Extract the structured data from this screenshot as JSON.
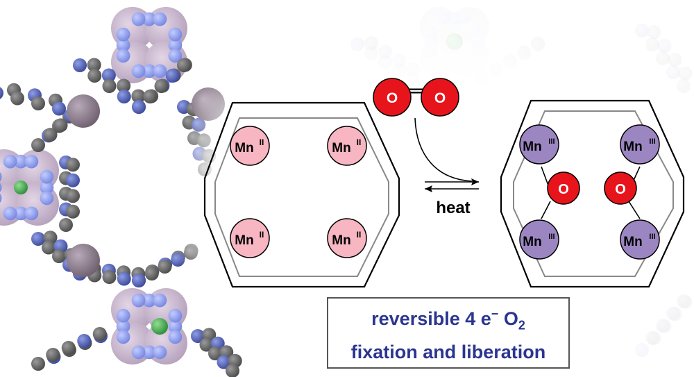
{
  "left_complex": {
    "metal_symbol": "Mn",
    "oxidation_state": "II",
    "metal_color": "#f7b6c1"
  },
  "right_complex": {
    "metal_symbol": "Mn",
    "oxidation_state": "III",
    "metal_color": "#9b86c2",
    "oxo_label": "O"
  },
  "dioxygen": {
    "atom_label": "O",
    "atom_color": "#e8141b"
  },
  "reaction": {
    "reverse_label": "heat"
  },
  "caption": {
    "line1_text": "reversible 4 e",
    "line1_charge": "−",
    "line1_molecule": "O",
    "line1_subscript": "2",
    "line2_text": "fixation and liberation",
    "text_color": "#2b3590"
  },
  "background": {
    "framework_carbon_color": "#5f5f5f",
    "framework_nitrogen_color": "#4f5fa8",
    "framework_metal_color": "#8a7f8c",
    "framework_chloride_color": "#3aa04a"
  }
}
